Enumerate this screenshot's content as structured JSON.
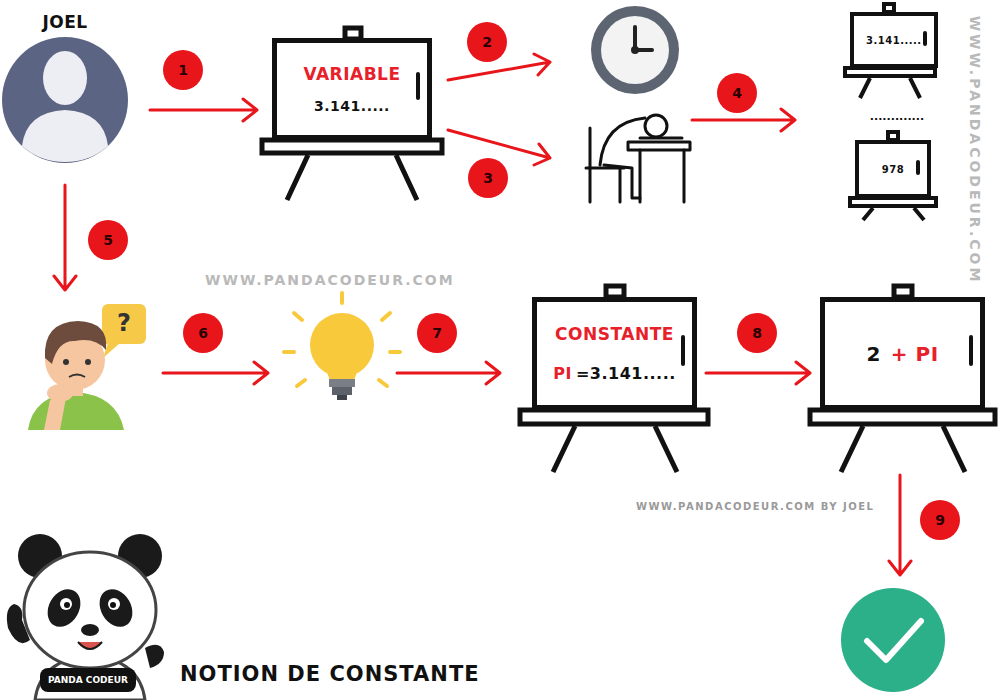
{
  "diagram": {
    "title": "NOTION DE CONSTANTE",
    "nodes": [
      {
        "text": [
          "JOEL"
        ]
      },
      {
        "text": [
          "VARIABLE",
          "3.141....."
        ]
      },
      {
        "text": [
          "3.141....."
        ]
      },
      {
        "text": [
          "978"
        ]
      },
      {
        "text": [
          "CONSTANTE",
          "PI",
          "=3.141....."
        ]
      },
      {
        "text": [
          "2",
          "+ PI"
        ]
      }
    ],
    "edges": [
      {
        "from": 0,
        "to": 1,
        "arrow": "to"
      },
      {
        "from": 4,
        "to": 5,
        "arrow": "to"
      }
    ],
    "labels": [
      "1",
      "2",
      "3",
      "4",
      "5",
      "6",
      "7",
      "8",
      "9",
      ".............",
      "WWW.PANDACODEUR.COM",
      "WWW.PANDACODEUR.COM",
      "WWW.PANDACODEUR.COM BY JOEL",
      "PANDA CODEUR",
      "?"
    ]
  }
}
